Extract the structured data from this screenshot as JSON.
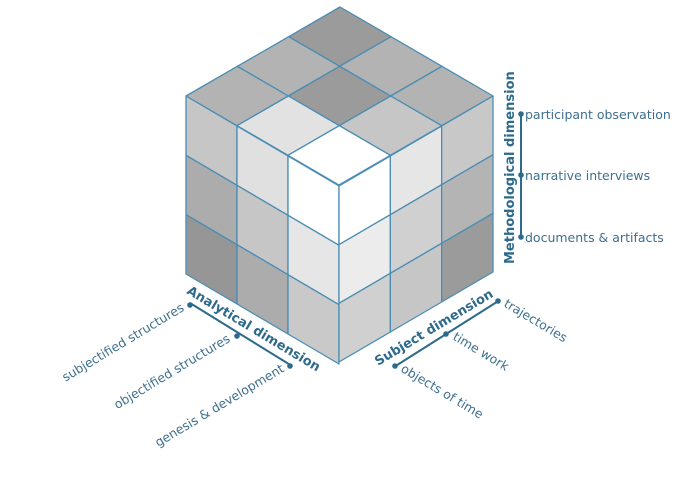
{
  "colors": {
    "accent": "#2e6a8c",
    "cube_edge": "#4a8db3",
    "text": "#3d6f8f"
  },
  "methodological": {
    "title": "Methodological dimension",
    "items": [
      "participant observation",
      "narrative interviews",
      "documents & artifacts"
    ]
  },
  "analytical": {
    "title": "Analytical dimension",
    "items": [
      "subjectified structures",
      "objectified structures",
      "genesis & development"
    ]
  },
  "subject": {
    "title": "Subject dimension",
    "items": [
      "trajectories",
      "time work",
      "objects of time"
    ]
  }
}
